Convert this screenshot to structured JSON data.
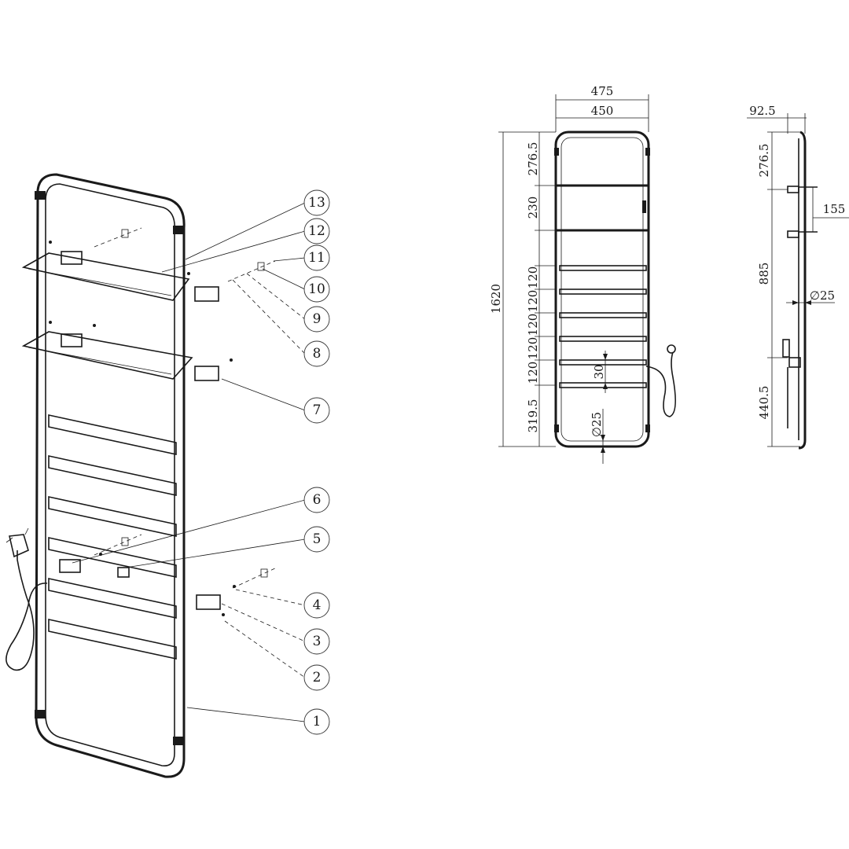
{
  "callouts": [
    {
      "id": "1",
      "label": "1"
    },
    {
      "id": "2",
      "label": "2"
    },
    {
      "id": "3",
      "label": "3"
    },
    {
      "id": "4",
      "label": "4"
    },
    {
      "id": "5",
      "label": "5"
    },
    {
      "id": "6",
      "label": "6"
    },
    {
      "id": "7",
      "label": "7"
    },
    {
      "id": "8",
      "label": "8"
    },
    {
      "id": "9",
      "label": "9"
    },
    {
      "id": "10",
      "label": "10"
    },
    {
      "id": "11",
      "label": "11"
    },
    {
      "id": "12",
      "label": "12"
    },
    {
      "id": "13",
      "label": "13"
    }
  ],
  "front_view": {
    "width_outer": "475",
    "width_inner": "450",
    "height_total": "1620",
    "seg_top": "276.5",
    "seg_shelf": "230",
    "seg_bar_1": "120",
    "seg_bar_2": "120",
    "seg_bar_3": "120",
    "seg_bar_4": "120",
    "seg_bar_5": "120",
    "seg_bottom": "319.5",
    "bar_height": "30",
    "tube_diameter": "∅25"
  },
  "side_view": {
    "depth": "92.5",
    "seg_top": "276.5",
    "shelf_spacing": "155",
    "seg_middle": "885",
    "tube_diameter": "∅25",
    "seg_bottom": "440.5"
  }
}
